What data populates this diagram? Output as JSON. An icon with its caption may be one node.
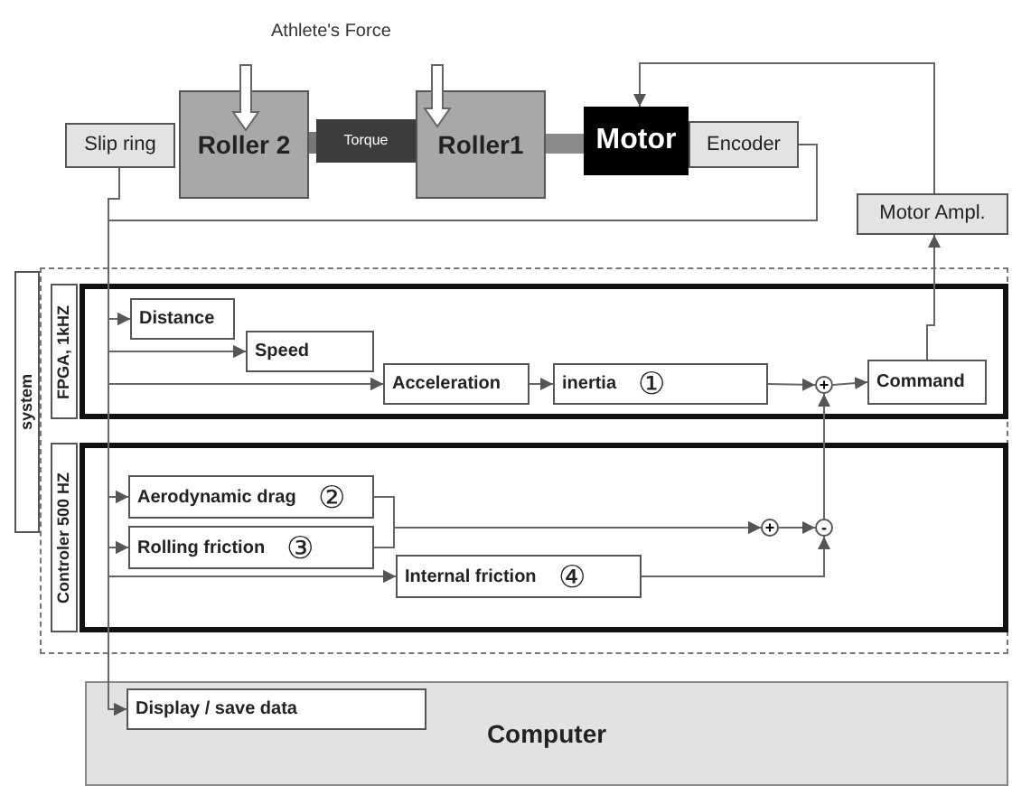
{
  "diagram": {
    "nodes": [
      {
        "text": [
          "Slip ring"
        ]
      },
      {
        "text": [
          "Roller 2"
        ]
      },
      {
        "text": [
          "Torque"
        ]
      },
      {
        "text": [
          "Roller1"
        ]
      },
      {
        "text": [
          "Motor"
        ]
      },
      {
        "text": [
          "Encoder"
        ]
      },
      {
        "text": [
          "Motor Ampl."
        ]
      },
      {
        "text": [
          "system"
        ]
      },
      {
        "text": [
          "FPGA, 1kHZ"
        ],
        "in": 7
      },
      {
        "text": [
          "Distance"
        ],
        "in": 8
      },
      {
        "text": [
          "Speed"
        ],
        "in": 8
      },
      {
        "text": [
          "Acceleration"
        ],
        "in": 8
      },
      {
        "text": [
          "inertia",
          "①"
        ],
        "in": 8
      },
      {
        "text": [
          "+"
        ],
        "in": 8
      },
      {
        "text": [
          "Command"
        ],
        "in": 8
      },
      {
        "text": [
          "Controler 500 HZ"
        ],
        "in": 7
      },
      {
        "text": [
          "Aerodynamic drag",
          "②"
        ],
        "in": 15
      },
      {
        "text": [
          "Rolling friction",
          "③"
        ],
        "in": 15
      },
      {
        "text": [
          "Internal friction",
          "④"
        ],
        "in": 15
      },
      {
        "text": [
          "+"
        ],
        "in": 15
      },
      {
        "text": [
          "-"
        ],
        "in": 15
      },
      {
        "text": [
          "Computer"
        ]
      },
      {
        "text": [
          "Display / save data"
        ],
        "in": 21
      }
    ],
    "edges": [
      {
        "from": 6,
        "to": 4,
        "arrow": "to"
      },
      {
        "from": 14,
        "to": 6,
        "arrow": "to"
      },
      {
        "from": 0,
        "to": 9,
        "arrow": "to"
      },
      {
        "from": 5,
        "to": 9,
        "arrow": "to"
      },
      {
        "from": 0,
        "to": 10,
        "arrow": "to"
      },
      {
        "from": 5,
        "to": 10,
        "arrow": "to"
      },
      {
        "from": 0,
        "to": 11,
        "arrow": "to"
      },
      {
        "from": 5,
        "to": 11,
        "arrow": "to"
      },
      {
        "from": 0,
        "to": 16,
        "arrow": "to"
      },
      {
        "from": 5,
        "to": 16,
        "arrow": "to"
      },
      {
        "from": 0,
        "to": 17,
        "arrow": "to"
      },
      {
        "from": 5,
        "to": 17,
        "arrow": "to"
      },
      {
        "from": 0,
        "to": 18,
        "arrow": "to"
      },
      {
        "from": 5,
        "to": 18,
        "arrow": "to"
      },
      {
        "from": 0,
        "to": 22,
        "arrow": "to"
      },
      {
        "from": 5,
        "to": 22,
        "arrow": "to"
      },
      {
        "from": 11,
        "to": 12,
        "arrow": "to"
      },
      {
        "from": 12,
        "to": 13,
        "arrow": "to"
      },
      {
        "from": 13,
        "to": 14,
        "arrow": "to"
      },
      {
        "from": 16,
        "to": 19,
        "arrow": "to"
      },
      {
        "from": 17,
        "to": 19,
        "arrow": "to"
      },
      {
        "from": 19,
        "to": 20,
        "arrow": "to"
      },
      {
        "from": 18,
        "to": 20,
        "arrow": "to"
      },
      {
        "from": 20,
        "to": 13,
        "arrow": "to"
      }
    ],
    "labels": [
      "Athlete's Force"
    ]
  }
}
